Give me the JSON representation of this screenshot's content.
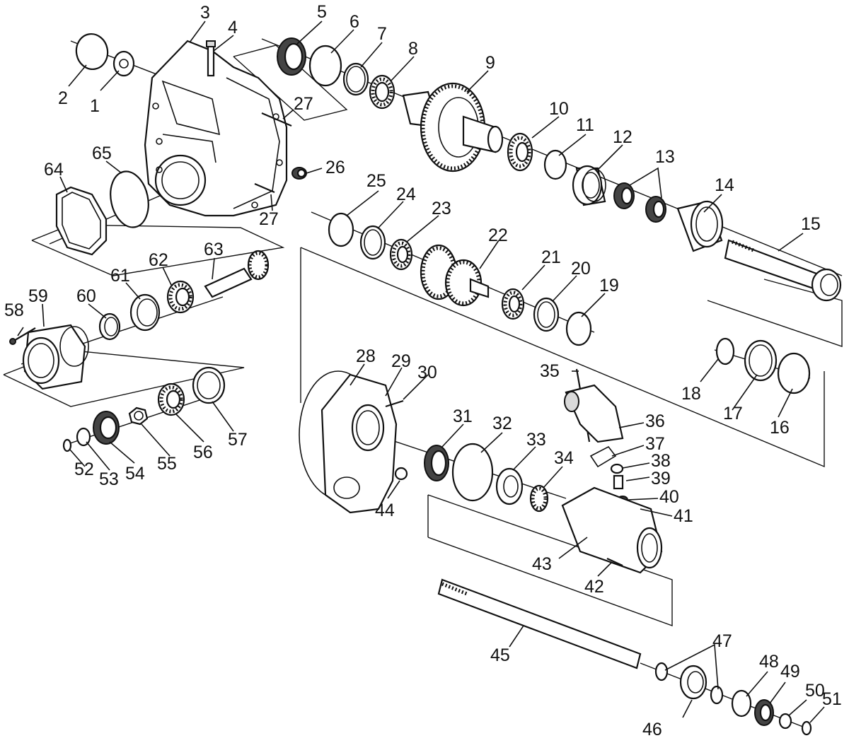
{
  "diagram": {
    "type": "exploded-parts-view",
    "line_color": "#111111",
    "background": "#ffffff",
    "callouts": [
      "1",
      "2",
      "3",
      "4",
      "5",
      "6",
      "7",
      "8",
      "9",
      "10",
      "11",
      "12",
      "13",
      "14",
      "15",
      "16",
      "17",
      "18",
      "19",
      "20",
      "21",
      "22",
      "23",
      "24",
      "25",
      "26",
      "27",
      "27",
      "28",
      "29",
      "30",
      "31",
      "32",
      "33",
      "34",
      "35",
      "36",
      "37",
      "38",
      "39",
      "40",
      "41",
      "42",
      "43",
      "44",
      "45",
      "46",
      "47",
      "48",
      "49",
      "50",
      "51",
      "52",
      "53",
      "54",
      "55",
      "56",
      "57",
      "58",
      "59",
      "60",
      "61",
      "62",
      "63",
      "64",
      "65"
    ]
  }
}
